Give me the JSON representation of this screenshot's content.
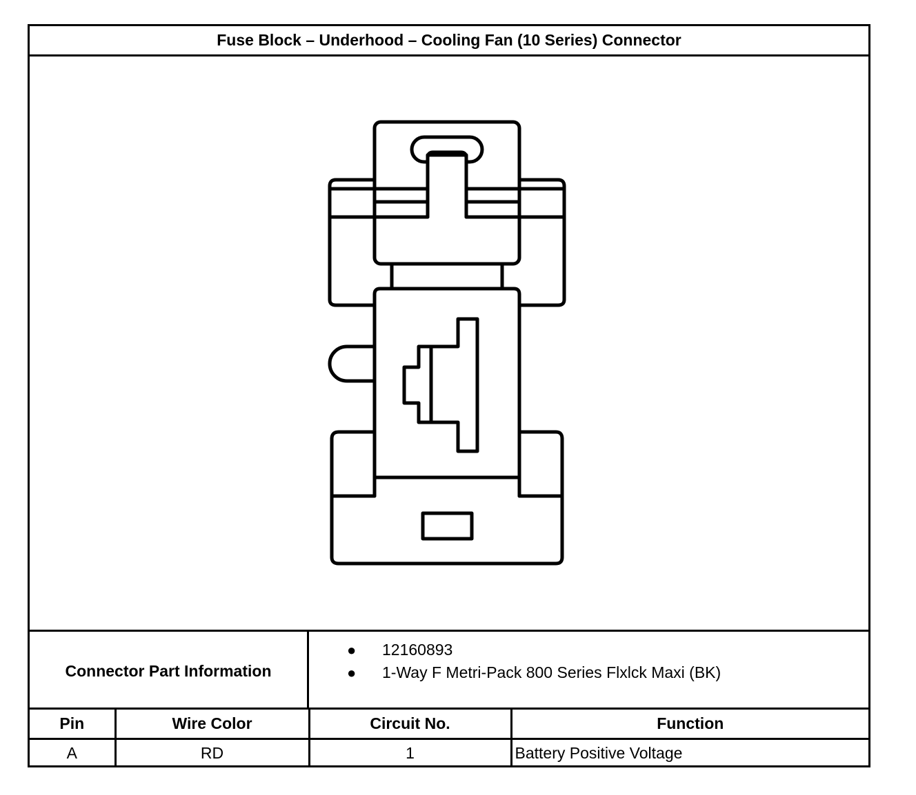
{
  "title": "Fuse Block – Underhood – Cooling Fan (10 Series) Connector",
  "connector_part_information": {
    "label": "Connector Part Information",
    "items": [
      "12160893",
      "1-Way F Metri-Pack 800 Series Flxlck Maxi (BK)"
    ]
  },
  "pin_table": {
    "headers": {
      "pin": "Pin",
      "wire_color": "Wire Color",
      "circuit_no": "Circuit No.",
      "function": "Function"
    },
    "rows": [
      {
        "pin": "A",
        "wire_color": "RD",
        "circuit_no": "1",
        "function": "Battery Positive Voltage"
      }
    ]
  }
}
